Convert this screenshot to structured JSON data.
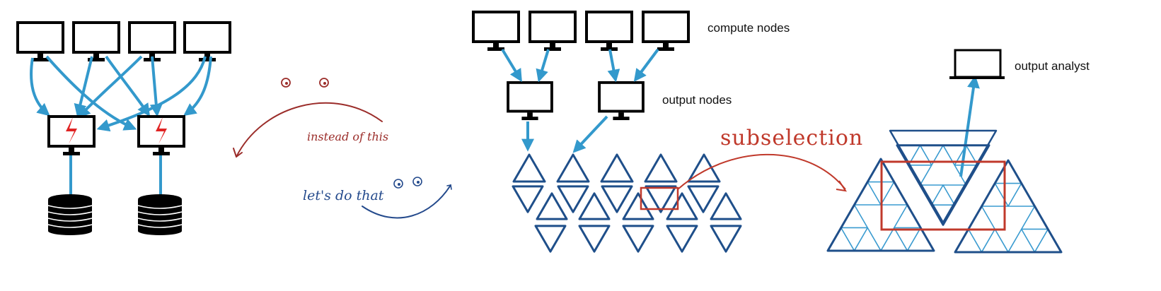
{
  "labels": {
    "compute_nodes": "compute nodes",
    "output_nodes": "output nodes",
    "output_analyst": "output analyst"
  },
  "annotations": {
    "instead": "instead of this",
    "lets_do": "let's do that",
    "subselection": "subselection"
  },
  "colors": {
    "arrow_blue": "#3399cc",
    "dark_blue": "#1f4f8a",
    "light_blue": "#3a9bd0",
    "handwriting_red": "#9b2d2a",
    "handwriting_blue": "#244a8c",
    "selection_red": "#c0392b",
    "lightning_red": "#e02424",
    "monitor": "#000000"
  },
  "icons": [
    "monitor-icon",
    "laptop-icon",
    "disk-stack-icon",
    "lightning-icon"
  ]
}
